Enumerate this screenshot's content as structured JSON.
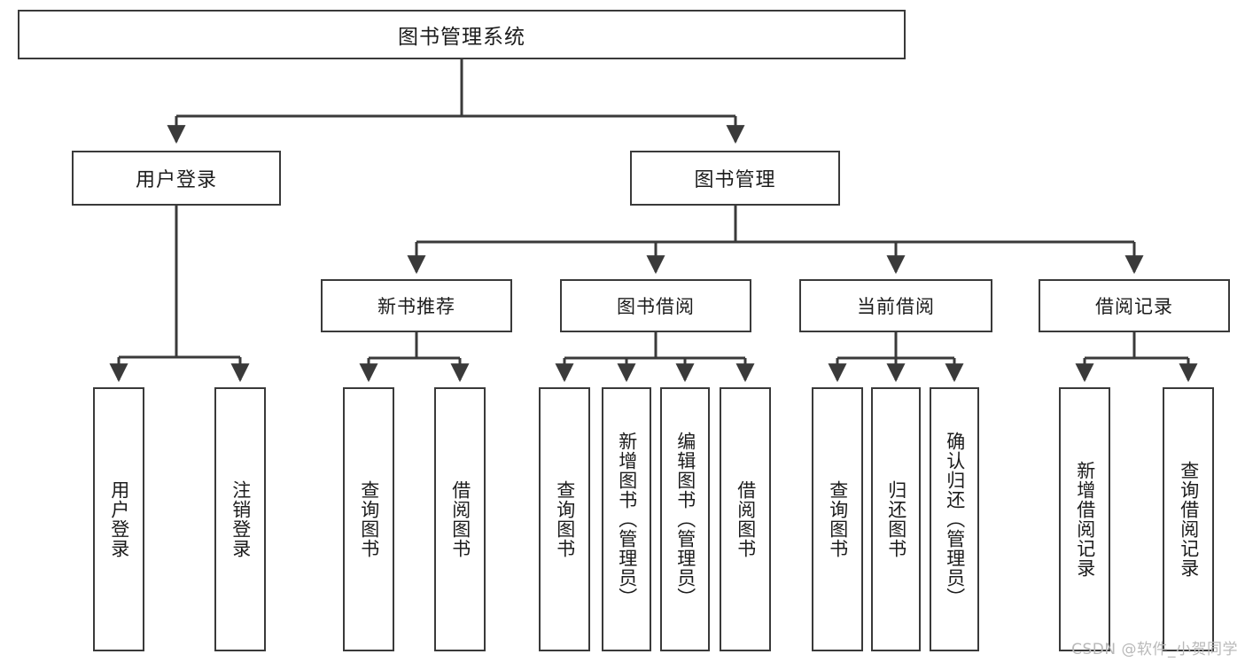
{
  "diagram": {
    "title": "图书管理系统",
    "type": "tree-hierarchy",
    "orientation": "top-down",
    "colors": {
      "stroke": "#3a3a3a",
      "fill": "#ffffff",
      "text": "#1c1c1c",
      "watermark": "#b9b9b9"
    },
    "root": {
      "id": "root",
      "label": "图书管理系统"
    },
    "level2": [
      {
        "id": "user-login",
        "label": "用户登录"
      },
      {
        "id": "book-management",
        "label": "图书管理"
      }
    ],
    "level3": [
      {
        "id": "new-book-recommend",
        "label": "新书推荐",
        "parent": "book-management"
      },
      {
        "id": "book-borrow",
        "label": "图书借阅",
        "parent": "book-management"
      },
      {
        "id": "current-borrow",
        "label": "当前借阅",
        "parent": "book-management"
      },
      {
        "id": "borrow-record",
        "label": "借阅记录",
        "parent": "book-management"
      }
    ],
    "leaves": [
      {
        "id": "leaf-user-login",
        "label": "用户登录",
        "parent": "user-login"
      },
      {
        "id": "leaf-logout-login",
        "label": "注销登录",
        "parent": "user-login"
      },
      {
        "id": "leaf-query-book-1",
        "label": "查询图书",
        "parent": "new-book-recommend"
      },
      {
        "id": "leaf-borrow-book-1",
        "label": "借阅图书",
        "parent": "new-book-recommend"
      },
      {
        "id": "leaf-query-book-2",
        "label": "查询图书",
        "parent": "book-borrow"
      },
      {
        "id": "leaf-add-book-admin",
        "label": "新增图书（管理员）",
        "parent": "book-borrow"
      },
      {
        "id": "leaf-edit-book-admin",
        "label": "编辑图书（管理员）",
        "parent": "book-borrow"
      },
      {
        "id": "leaf-borrow-book-2",
        "label": "借阅图书",
        "parent": "book-borrow"
      },
      {
        "id": "leaf-query-book-3",
        "label": "查询图书",
        "parent": "current-borrow"
      },
      {
        "id": "leaf-return-book",
        "label": "归还图书",
        "parent": "current-borrow"
      },
      {
        "id": "leaf-confirm-return-admin",
        "label": "确认归还（管理员）",
        "parent": "current-borrow"
      },
      {
        "id": "leaf-add-borrow-record",
        "label": "新增借阅记录",
        "parent": "borrow-record"
      },
      {
        "id": "leaf-query-borrow-record",
        "label": "查询借阅记录",
        "parent": "borrow-record"
      }
    ],
    "watermark": "CSDN @软件_小贺同学"
  }
}
